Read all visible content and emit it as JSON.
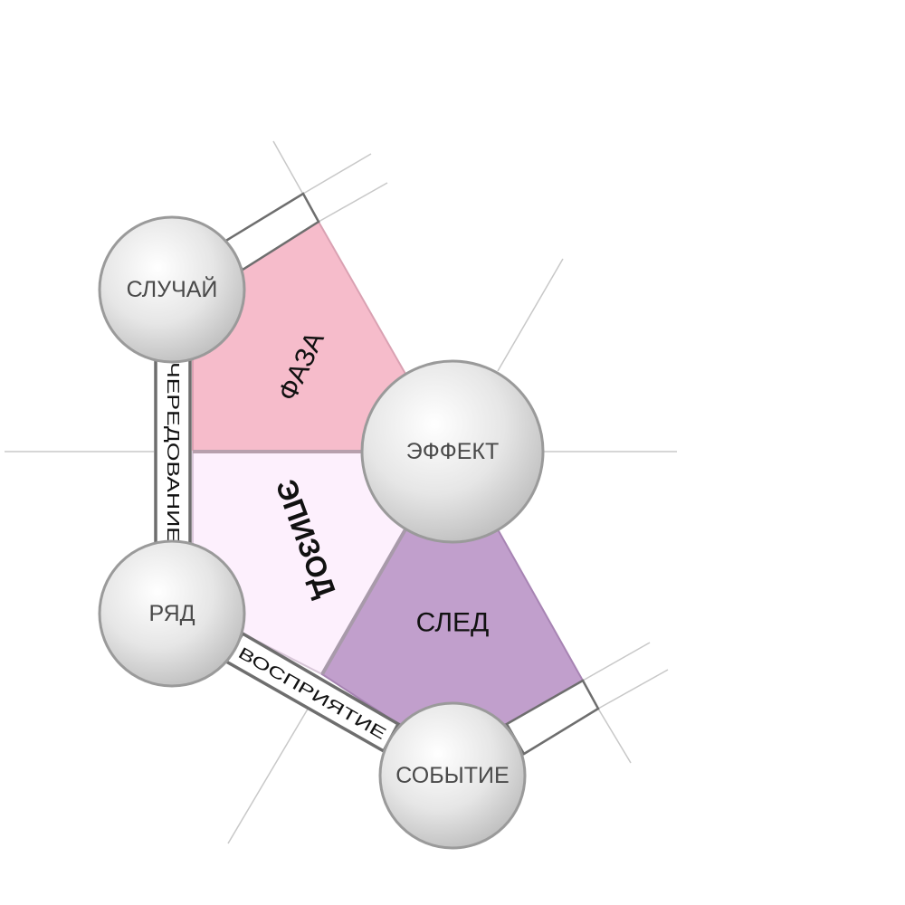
{
  "nodes": {
    "sluchay": "СЛУЧАЙ",
    "effekt": "ЭФФЕКТ",
    "ryad": "РЯД",
    "sobytie": "СОБЫТИЕ"
  },
  "regions": {
    "faza": "ФАЗА",
    "epizod": "ЭПИЗОД",
    "sled": "СЛЕД"
  },
  "edges": {
    "cheredovanie": "ЧЕРЕДОВАНИЕ",
    "vospriyatie": "ВОСПРИЯТИЕ"
  },
  "colors": {
    "faza": "#f6bccb",
    "epizod": "#fdf0fd",
    "sled": "#c19fcc",
    "node": "#d9d9d9",
    "node_border": "#9a9a9a",
    "band_border": "#6e6e6e"
  }
}
